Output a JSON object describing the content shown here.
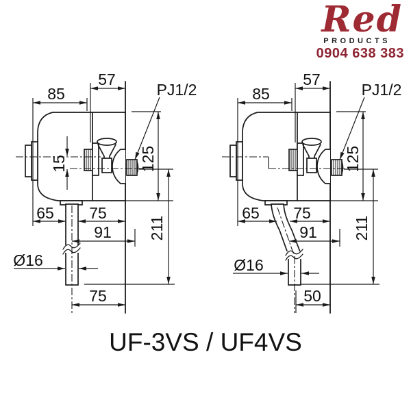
{
  "logo": {
    "brand": "Red",
    "subtitle": "PRODUCTS",
    "phone": "0904 638 383"
  },
  "title": "UF-3VS / UF4VS",
  "colors": {
    "brand_red": "#9e2a33",
    "phone_red": "#8d2433",
    "line": "#1a1a1a"
  },
  "drawings": {
    "left": {
      "width_top": "57",
      "width_body": "85",
      "thread_label": "PJ1/2",
      "offset_centers": "15",
      "height_valve": "125",
      "width_65": "65",
      "width_75": "75",
      "width_91": "91",
      "height_total": "211",
      "pipe_dia": "Ø16",
      "bottom_width": "75"
    },
    "right": {
      "width_top": "57",
      "width_body": "85",
      "thread_label": "PJ1/2",
      "height_valve": "125",
      "width_65": "65",
      "width_75": "75",
      "width_91": "91",
      "height_total": "211",
      "pipe_dia": "Ø16",
      "bottom_width": "50"
    }
  }
}
